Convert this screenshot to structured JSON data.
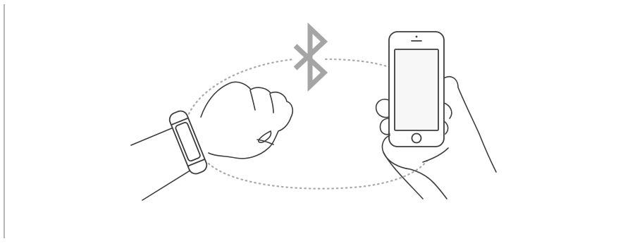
{
  "figure": {
    "kind": "pairing-illustration",
    "connection_icon": "bluetooth-icon",
    "wearable": "fitness-band",
    "handset": "smartphone",
    "colors": {
      "background": "#ffffff",
      "line": "#3c3c3c",
      "bluetooth": "#a5a5a5",
      "connection_arc": "#a8a8a8",
      "margin_rule": "#b5b5b5",
      "screen": "#f7f7f7"
    }
  }
}
